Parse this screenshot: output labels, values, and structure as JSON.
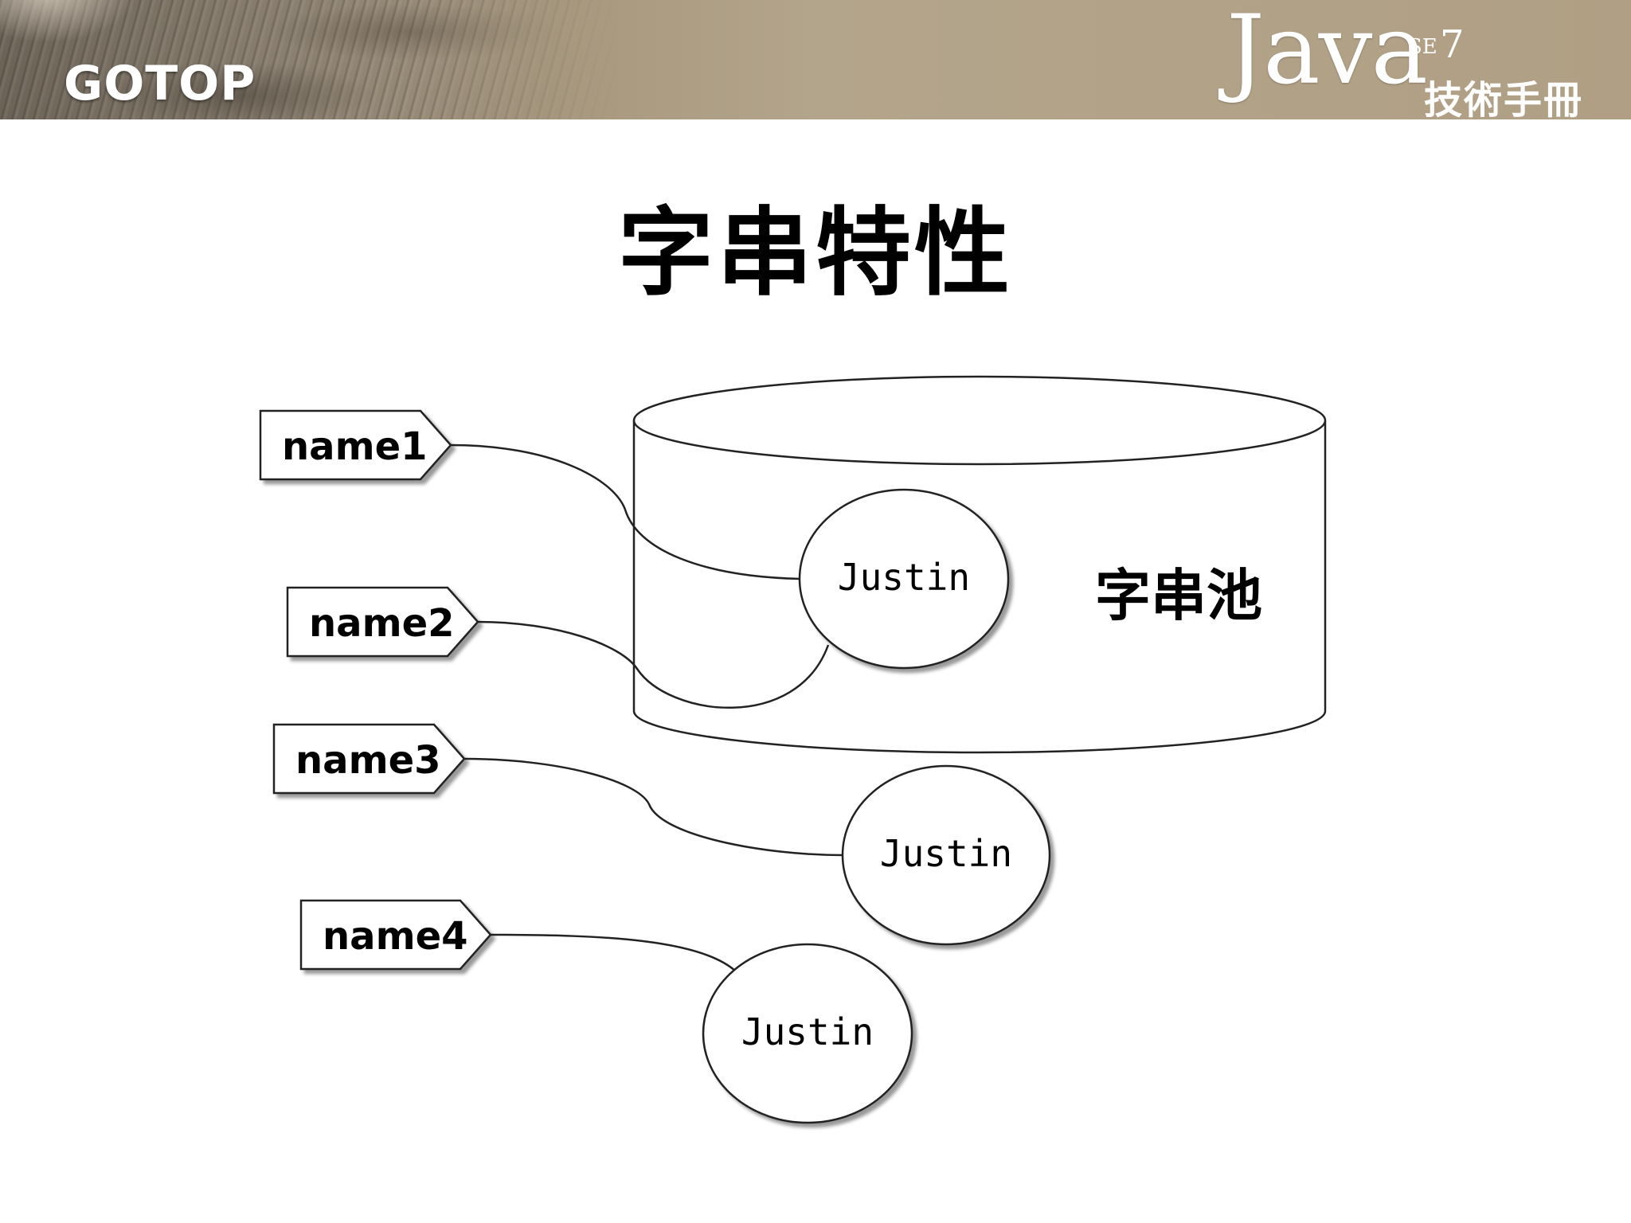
{
  "header": {
    "logo_text": "GOTOP",
    "brand_word": "Java",
    "brand_edition": "SE",
    "brand_version": "7",
    "brand_subtitle": "技術手冊"
  },
  "slide": {
    "title": "字串特性"
  },
  "diagram": {
    "pool_label": "字串池",
    "references": [
      {
        "label": "name1"
      },
      {
        "label": "name2"
      },
      {
        "label": "name3"
      },
      {
        "label": "name4"
      }
    ],
    "objects": [
      {
        "text": "Justin",
        "in_pool": true
      },
      {
        "text": "Justin",
        "in_pool": false
      },
      {
        "text": "Justin",
        "in_pool": false
      }
    ],
    "links": [
      {
        "from": "name1",
        "to": 0
      },
      {
        "from": "name2",
        "to": 0
      },
      {
        "from": "name3",
        "to": 1
      },
      {
        "from": "name4",
        "to": 2
      }
    ]
  }
}
